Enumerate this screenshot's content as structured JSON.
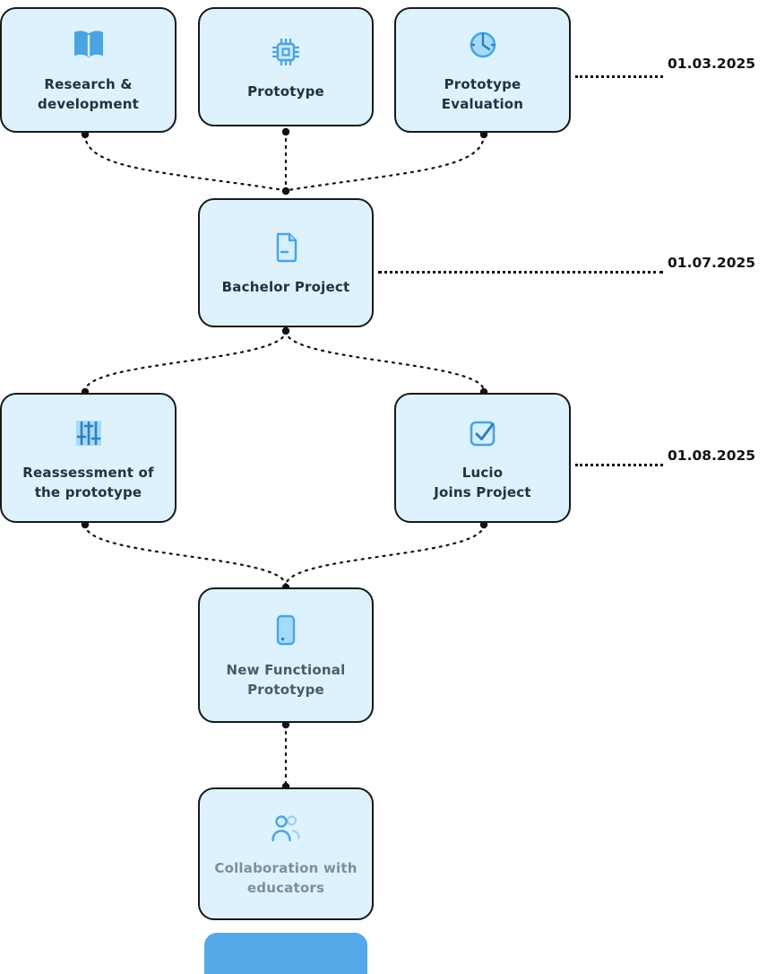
{
  "diagram": {
    "nodes": [
      {
        "label": "Research &\ndevelopment",
        "icon": "book-icon"
      },
      {
        "label": "Prototype",
        "icon": "chip-icon"
      },
      {
        "label": "Prototype\nEvaluation",
        "icon": "clock-icon"
      },
      {
        "label": "Bachelor Project",
        "icon": "document-icon"
      },
      {
        "label": "Reassessment of\nthe prototype",
        "icon": "sliders-icon"
      },
      {
        "label": "Lucio\nJoins Project",
        "icon": "checkbox-icon"
      },
      {
        "label": "New Functional\nPrototype",
        "icon": "tablet-icon"
      },
      {
        "label": "Collaboration with\neducators",
        "icon": "people-icon"
      }
    ],
    "milestones": [
      {
        "date": "01.03.2025"
      },
      {
        "date": "01.07.2025"
      },
      {
        "date": "01.08.2025"
      }
    ],
    "colors": {
      "node_fill": "#ddf2fd",
      "node_border": "#17191b",
      "icon_blue": "#4ba3e2",
      "icon_blue_dark": "#2f7fc1",
      "icon_fill_light": "#cdeafc",
      "connector": "#111111",
      "date_text": "#111111",
      "label_text": "#22333c",
      "label_text_semi": "#4a5c63",
      "label_text_muted": "#7d8f97",
      "bottom_node_fill": "#55a9e8"
    }
  }
}
